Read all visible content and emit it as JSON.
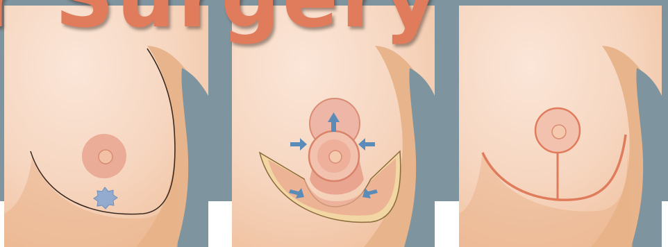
{
  "title": "r Surgery",
  "colors": {
    "skin": "#f4cfb1",
    "skin_shadow": "#e8b48b",
    "areola": "#e9a58f",
    "incision": "#e07b5c",
    "background_slate": "#7e949e",
    "tumor": "#93abcf",
    "arrow": "#5b8cb8",
    "tissue": "#f2d6a3"
  },
  "panels": [
    {
      "stage": "before",
      "icon": "lump-icon"
    },
    {
      "stage": "procedure",
      "icons": [
        "arrow-up-icon",
        "arrow-right-icon",
        "arrow-left-icon"
      ]
    },
    {
      "stage": "after",
      "icon": "incision-line"
    }
  ]
}
